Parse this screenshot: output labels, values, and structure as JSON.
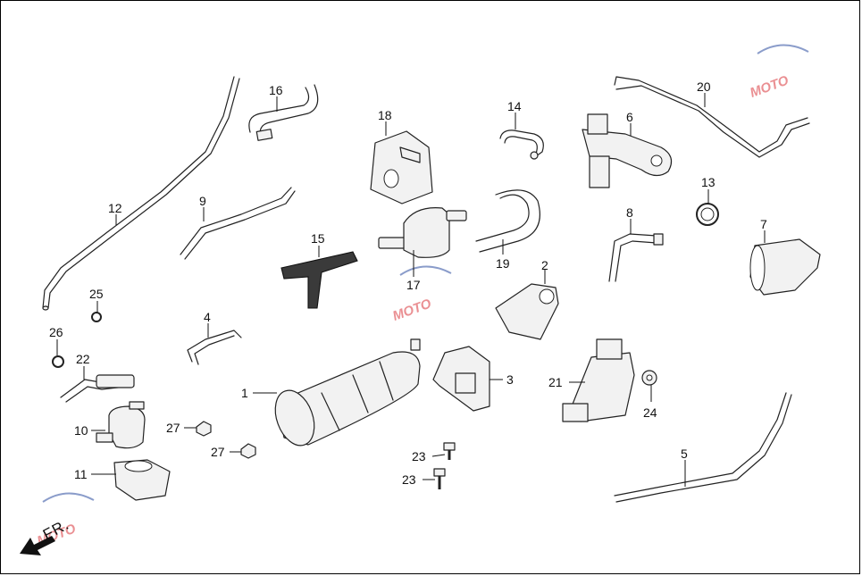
{
  "diagram": {
    "direction_label": "FR.",
    "callouts": [
      {
        "id": "c1",
        "label": "1"
      },
      {
        "id": "c2",
        "label": "2"
      },
      {
        "id": "c3",
        "label": "3"
      },
      {
        "id": "c4",
        "label": "4"
      },
      {
        "id": "c5",
        "label": "5"
      },
      {
        "id": "c6",
        "label": "6"
      },
      {
        "id": "c7",
        "label": "7"
      },
      {
        "id": "c8",
        "label": "8"
      },
      {
        "id": "c9",
        "label": "9"
      },
      {
        "id": "c10",
        "label": "10"
      },
      {
        "id": "c11",
        "label": "11"
      },
      {
        "id": "c12",
        "label": "12"
      },
      {
        "id": "c13",
        "label": "13"
      },
      {
        "id": "c14",
        "label": "14"
      },
      {
        "id": "c15",
        "label": "15"
      },
      {
        "id": "c16",
        "label": "16"
      },
      {
        "id": "c17",
        "label": "17"
      },
      {
        "id": "c18",
        "label": "18"
      },
      {
        "id": "c19",
        "label": "19"
      },
      {
        "id": "c20",
        "label": "20"
      },
      {
        "id": "c21",
        "label": "21"
      },
      {
        "id": "c22",
        "label": "22"
      },
      {
        "id": "c23a",
        "label": "23"
      },
      {
        "id": "c23b",
        "label": "23"
      },
      {
        "id": "c24",
        "label": "24"
      },
      {
        "id": "c25",
        "label": "25"
      },
      {
        "id": "c26",
        "label": "26"
      },
      {
        "id": "c27a",
        "label": "27"
      },
      {
        "id": "c27b",
        "label": "27"
      }
    ],
    "watermark": {
      "text": "MOTO",
      "colors": {
        "red": "#d9343a",
        "blue": "#2c4da0"
      }
    }
  }
}
